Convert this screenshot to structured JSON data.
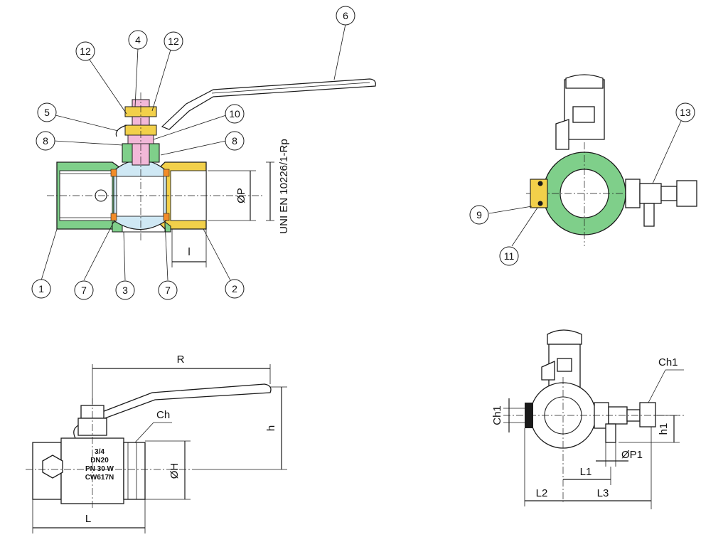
{
  "colors": {
    "green": "#7fcf8a",
    "green_dark": "#4f9f5c",
    "yellow": "#f2d04a",
    "pink": "#f2b8d8",
    "light_blue": "#cfe8f4",
    "orange": "#f28c28",
    "line": "#1a1a1a"
  },
  "callouts": {
    "c1": "1",
    "c2": "2",
    "c3": "3",
    "c4": "4",
    "c5": "5",
    "c6": "6",
    "c7a": "7",
    "c7b": "7",
    "c8a": "8",
    "c8b": "8",
    "c9": "9",
    "c10": "10",
    "c11": "11",
    "c12a": "12",
    "c12b": "12",
    "c13": "13"
  },
  "dimensions": {
    "OP": "ØP",
    "l": "l",
    "R": "R",
    "h": "h",
    "Ch": "Ch",
    "OH": "ØH",
    "L": "L",
    "Ch1_top": "Ch1",
    "Ch1_left": "Ch1",
    "h1": "h1",
    "OP1": "ØP1",
    "L1": "L1",
    "L2": "L2",
    "L3": "L3"
  },
  "standard_text": "UNI EN 10226/1-Rp",
  "body_marking": {
    "line1": "3/4",
    "line2": "DN20",
    "line3": "PN 30 W",
    "line4": "CW617N"
  }
}
